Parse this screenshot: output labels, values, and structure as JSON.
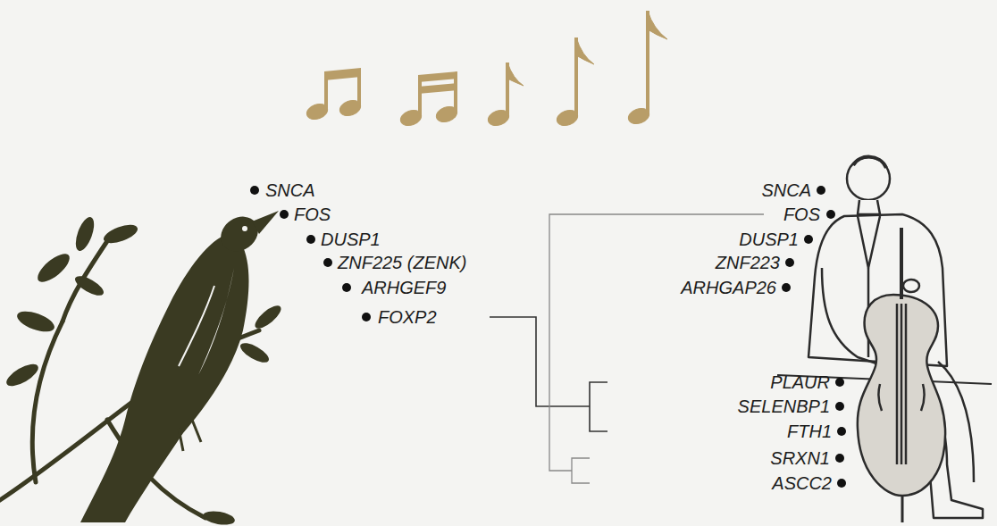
{
  "diagram": {
    "labels": [
      "SNCA",
      "FOS",
      "DUSP1",
      "ZNF225 (ZENK)",
      "ARHGEF9",
      "FOXP2",
      "SNCA",
      "FOS",
      "DUSP1",
      "ZNF223",
      "ARHGAP26",
      "PLAUR",
      "SELENBP1",
      "FTH1",
      "SRXN1",
      "ASCC2"
    ]
  }
}
